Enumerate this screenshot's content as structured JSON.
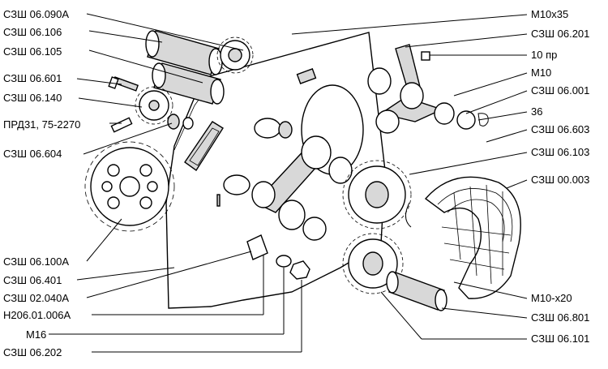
{
  "labels_left": [
    {
      "id": "l1",
      "text": "СЗШ 06.090А"
    },
    {
      "id": "l2",
      "text": "СЗШ 06.106"
    },
    {
      "id": "l3",
      "text": "СЗШ 06.105"
    },
    {
      "id": "l4",
      "text": "СЗШ 06.601"
    },
    {
      "id": "l5",
      "text": "СЗШ 06.140"
    },
    {
      "id": "l6",
      "text": "ПРД31, 75-2270"
    },
    {
      "id": "l7",
      "text": "СЗШ 06.604"
    },
    {
      "id": "l8",
      "text": "СЗШ 06.100А"
    },
    {
      "id": "l9",
      "text": "СЗШ 06.401"
    },
    {
      "id": "l10",
      "text": "СЗШ 02.040А"
    },
    {
      "id": "l11",
      "text": "Н206.01.006А"
    },
    {
      "id": "l12",
      "text": "М16"
    },
    {
      "id": "l13",
      "text": "СЗШ 06.202"
    }
  ],
  "labels_right": [
    {
      "id": "r1",
      "text": "М10х35"
    },
    {
      "id": "r2",
      "text": "СЗШ 06.201"
    },
    {
      "id": "r3",
      "text": "10 пр"
    },
    {
      "id": "r4",
      "text": "М10"
    },
    {
      "id": "r5",
      "text": "СЗШ 06.001"
    },
    {
      "id": "r6",
      "text": "36"
    },
    {
      "id": "r7",
      "text": "СЗШ 06.603"
    },
    {
      "id": "r8",
      "text": "СЗШ 06.103"
    },
    {
      "id": "r9",
      "text": "СЗШ 00.003"
    },
    {
      "id": "r10",
      "text": "М10-х20"
    },
    {
      "id": "r11",
      "text": "СЗШ 06.801"
    },
    {
      "id": "r12",
      "text": "СЗШ 06.101"
    }
  ]
}
